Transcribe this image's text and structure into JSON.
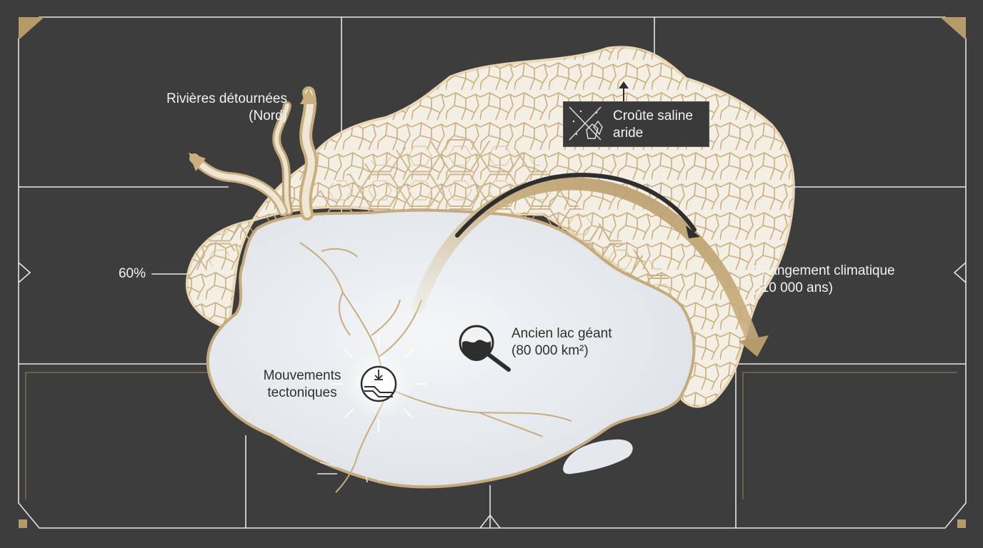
{
  "labels": {
    "rivers_line1": "Rivières détournées",
    "rivers_line2": "(Nord)",
    "percent": "60%",
    "salt_line1": "Croûte saline",
    "salt_line2": "aride",
    "climate_line1": "Changement climatique",
    "climate_line2": "(-10 000 ans)",
    "lake_line1": "Ancien lac géant",
    "lake_line2": "(80 000 km²)",
    "tecto_line1": "Mouvements",
    "tecto_line2": "tectoniques"
  },
  "icons": {
    "magnifier": "magnifier-water-icon",
    "salt": "salt-crystal-icon",
    "tectonic": "tectonic-fault-icon"
  },
  "colors": {
    "background": "#3d3d3d",
    "gold": "#b59a6a",
    "lake": "#e9ecef",
    "salt_crust": "#f4efe4",
    "frame_lines": "#e6e6e6"
  }
}
